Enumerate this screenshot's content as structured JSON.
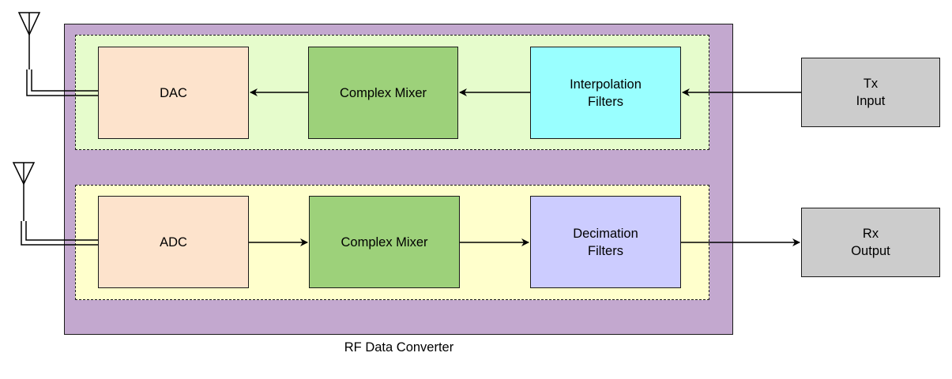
{
  "converter": {
    "caption": "RF Data Converter",
    "tx_chain": {
      "dac": "DAC",
      "mixer": "Complex Mixer",
      "filter": "Interpolation\nFilters",
      "input": "Tx\nInput"
    },
    "rx_chain": {
      "adc": "ADC",
      "mixer": "Complex Mixer",
      "filter": "Decimation\nFilters",
      "output": "Rx\nOutput"
    }
  },
  "colors": {
    "converter_bg": "#c3a8cf",
    "tx_chain_bg": "#e6fccc",
    "rx_chain_bg": "#ffffcc",
    "converter_block": "#fde3cc",
    "mixer_block": "#9dd17a",
    "interpolation_block": "#99ffff",
    "decimation_block": "#ccccff",
    "io_block": "#cccccc"
  },
  "icons": [
    "antenna-icon",
    "arrow-icon"
  ]
}
